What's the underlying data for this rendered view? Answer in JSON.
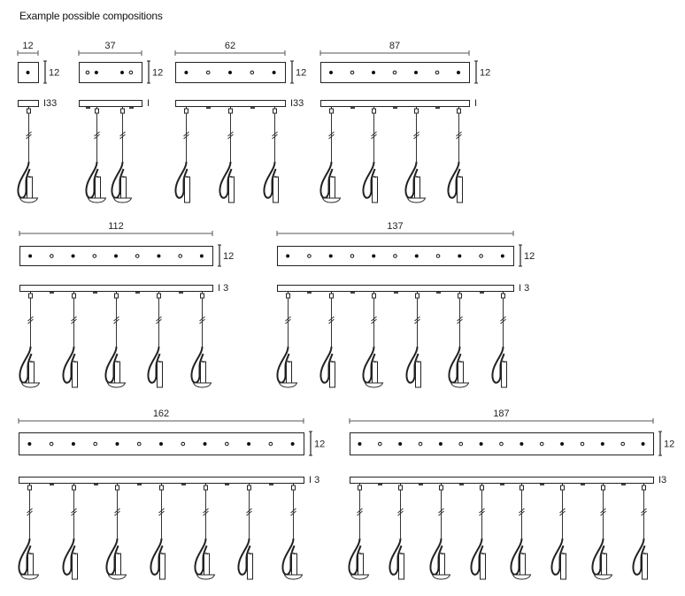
{
  "title": "Example possible compositions",
  "compositions": [
    {
      "width_label": "12",
      "height_label": "12",
      "side_label": "I33",
      "dots": "f",
      "shades": [
        1
      ]
    },
    {
      "width_label": "37",
      "height_label": "12",
      "side_label": "I",
      "dots": "offo",
      "shades": [
        1,
        1
      ]
    },
    {
      "width_label": "62",
      "height_label": "12",
      "side_label": "I33",
      "dots": "fofof",
      "shades": [
        0,
        0,
        0
      ]
    },
    {
      "width_label": "87",
      "height_label": "12",
      "side_label": "I",
      "dots": "fofofof",
      "shades": [
        1,
        0,
        1,
        0
      ]
    },
    {
      "width_label": "112",
      "height_label": "12",
      "side_label": "I 3",
      "dots": "fofofofof",
      "shades": [
        1,
        0,
        1,
        0,
        1
      ]
    },
    {
      "width_label": "137",
      "height_label": "12",
      "side_label": "I 3",
      "dots": "fofofofofof",
      "shades": [
        1,
        0,
        1,
        0,
        1,
        0
      ]
    },
    {
      "width_label": "162",
      "height_label": "12",
      "side_label": "I 3",
      "dots": "fofofofofofof",
      "shades": [
        1,
        0,
        1,
        0,
        1,
        0,
        1
      ]
    },
    {
      "width_label": "187",
      "height_label": "12",
      "side_label": "I3",
      "dots": "fofofofofofofof",
      "shades": [
        1,
        0,
        1,
        0,
        1,
        0,
        1,
        0
      ]
    }
  ]
}
